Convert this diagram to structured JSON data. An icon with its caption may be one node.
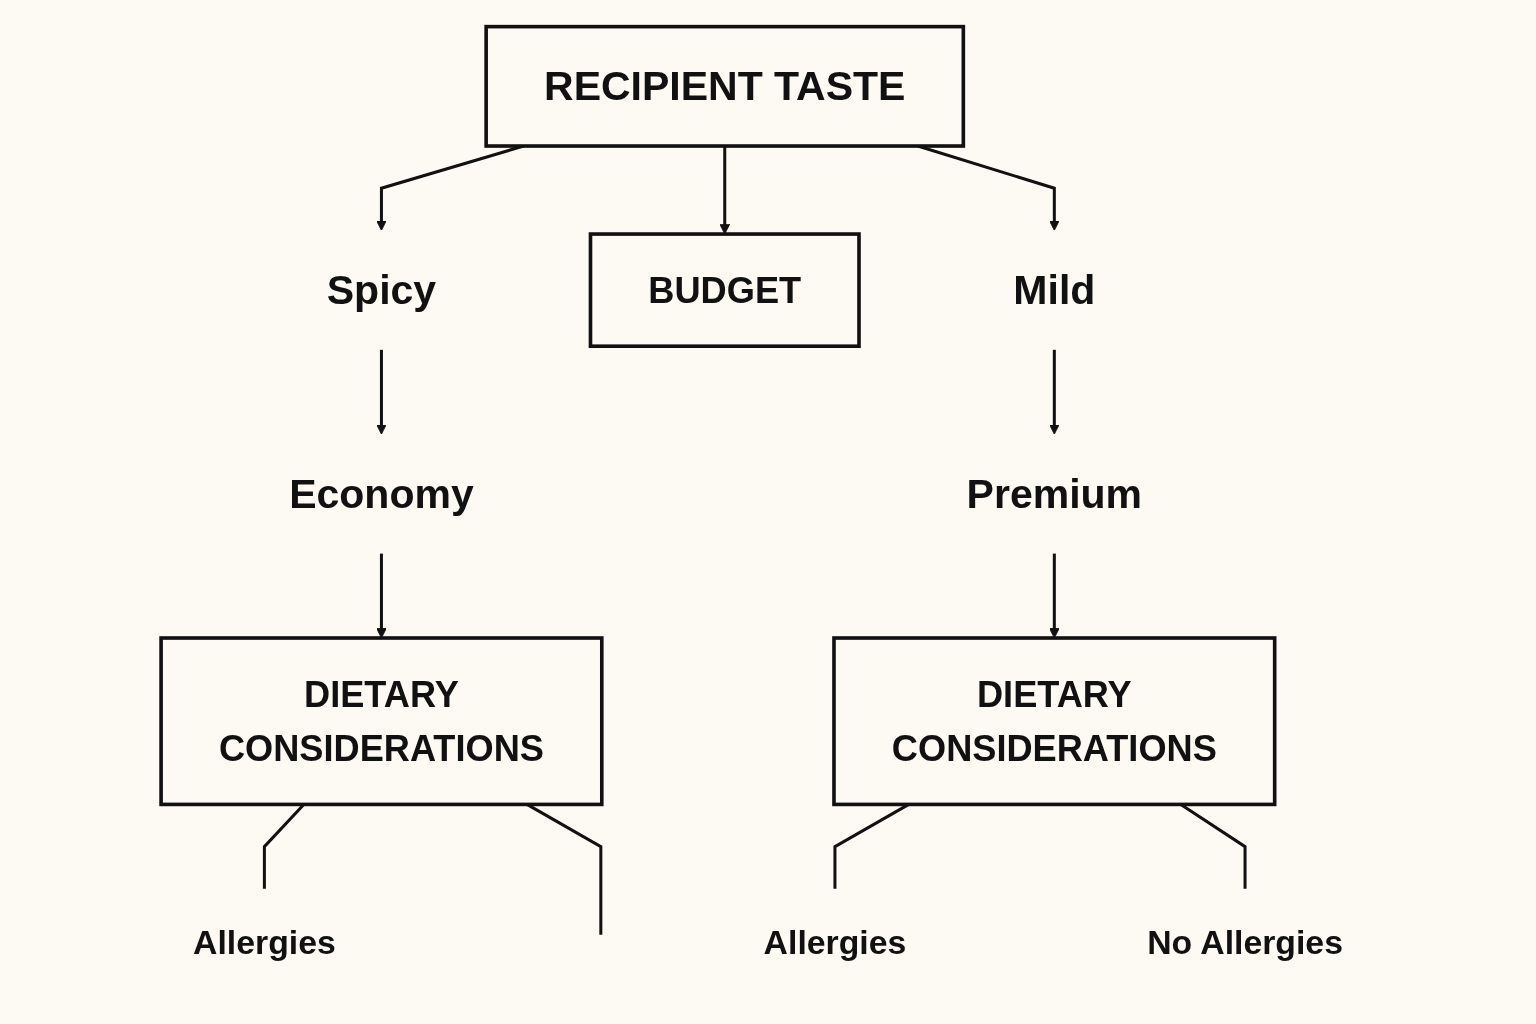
{
  "diagram": {
    "nodes": [
      {
        "text": [
          "RECIPIENT TASTE"
        ]
      },
      {
        "text": [
          "Spicy"
        ]
      },
      {
        "text": [
          "BUDGET"
        ]
      },
      {
        "text": [
          "Mild"
        ]
      },
      {
        "text": [
          "Economy"
        ]
      },
      {
        "text": [
          "Premium"
        ]
      },
      {
        "text": [
          "DIETARY",
          "CONSIDERATIONS"
        ]
      },
      {
        "text": [
          "DIETARY",
          "CONSIDERATIONS"
        ]
      },
      {
        "text": [
          "Allergies"
        ]
      },
      {
        "text": [
          "Allergies"
        ]
      },
      {
        "text": [
          "No Allergies"
        ]
      }
    ],
    "edges": [
      {
        "from": 0,
        "to": 1,
        "arrow": "to"
      },
      {
        "from": 0,
        "to": 2,
        "arrow": "to"
      },
      {
        "from": 0,
        "to": 3,
        "arrow": "to"
      },
      {
        "from": 1,
        "to": 4,
        "arrow": "to"
      },
      {
        "from": 3,
        "to": 5,
        "arrow": "to"
      },
      {
        "from": 4,
        "to": 6,
        "arrow": "to"
      },
      {
        "from": 5,
        "to": 7,
        "arrow": "to"
      },
      {
        "from": 6,
        "to": 8,
        "arrow": "none"
      },
      {
        "from": 6,
        "to": null,
        "arrow": "none"
      },
      {
        "from": 7,
        "to": 9,
        "arrow": "none"
      },
      {
        "from": 7,
        "to": 10,
        "arrow": "none"
      }
    ]
  }
}
